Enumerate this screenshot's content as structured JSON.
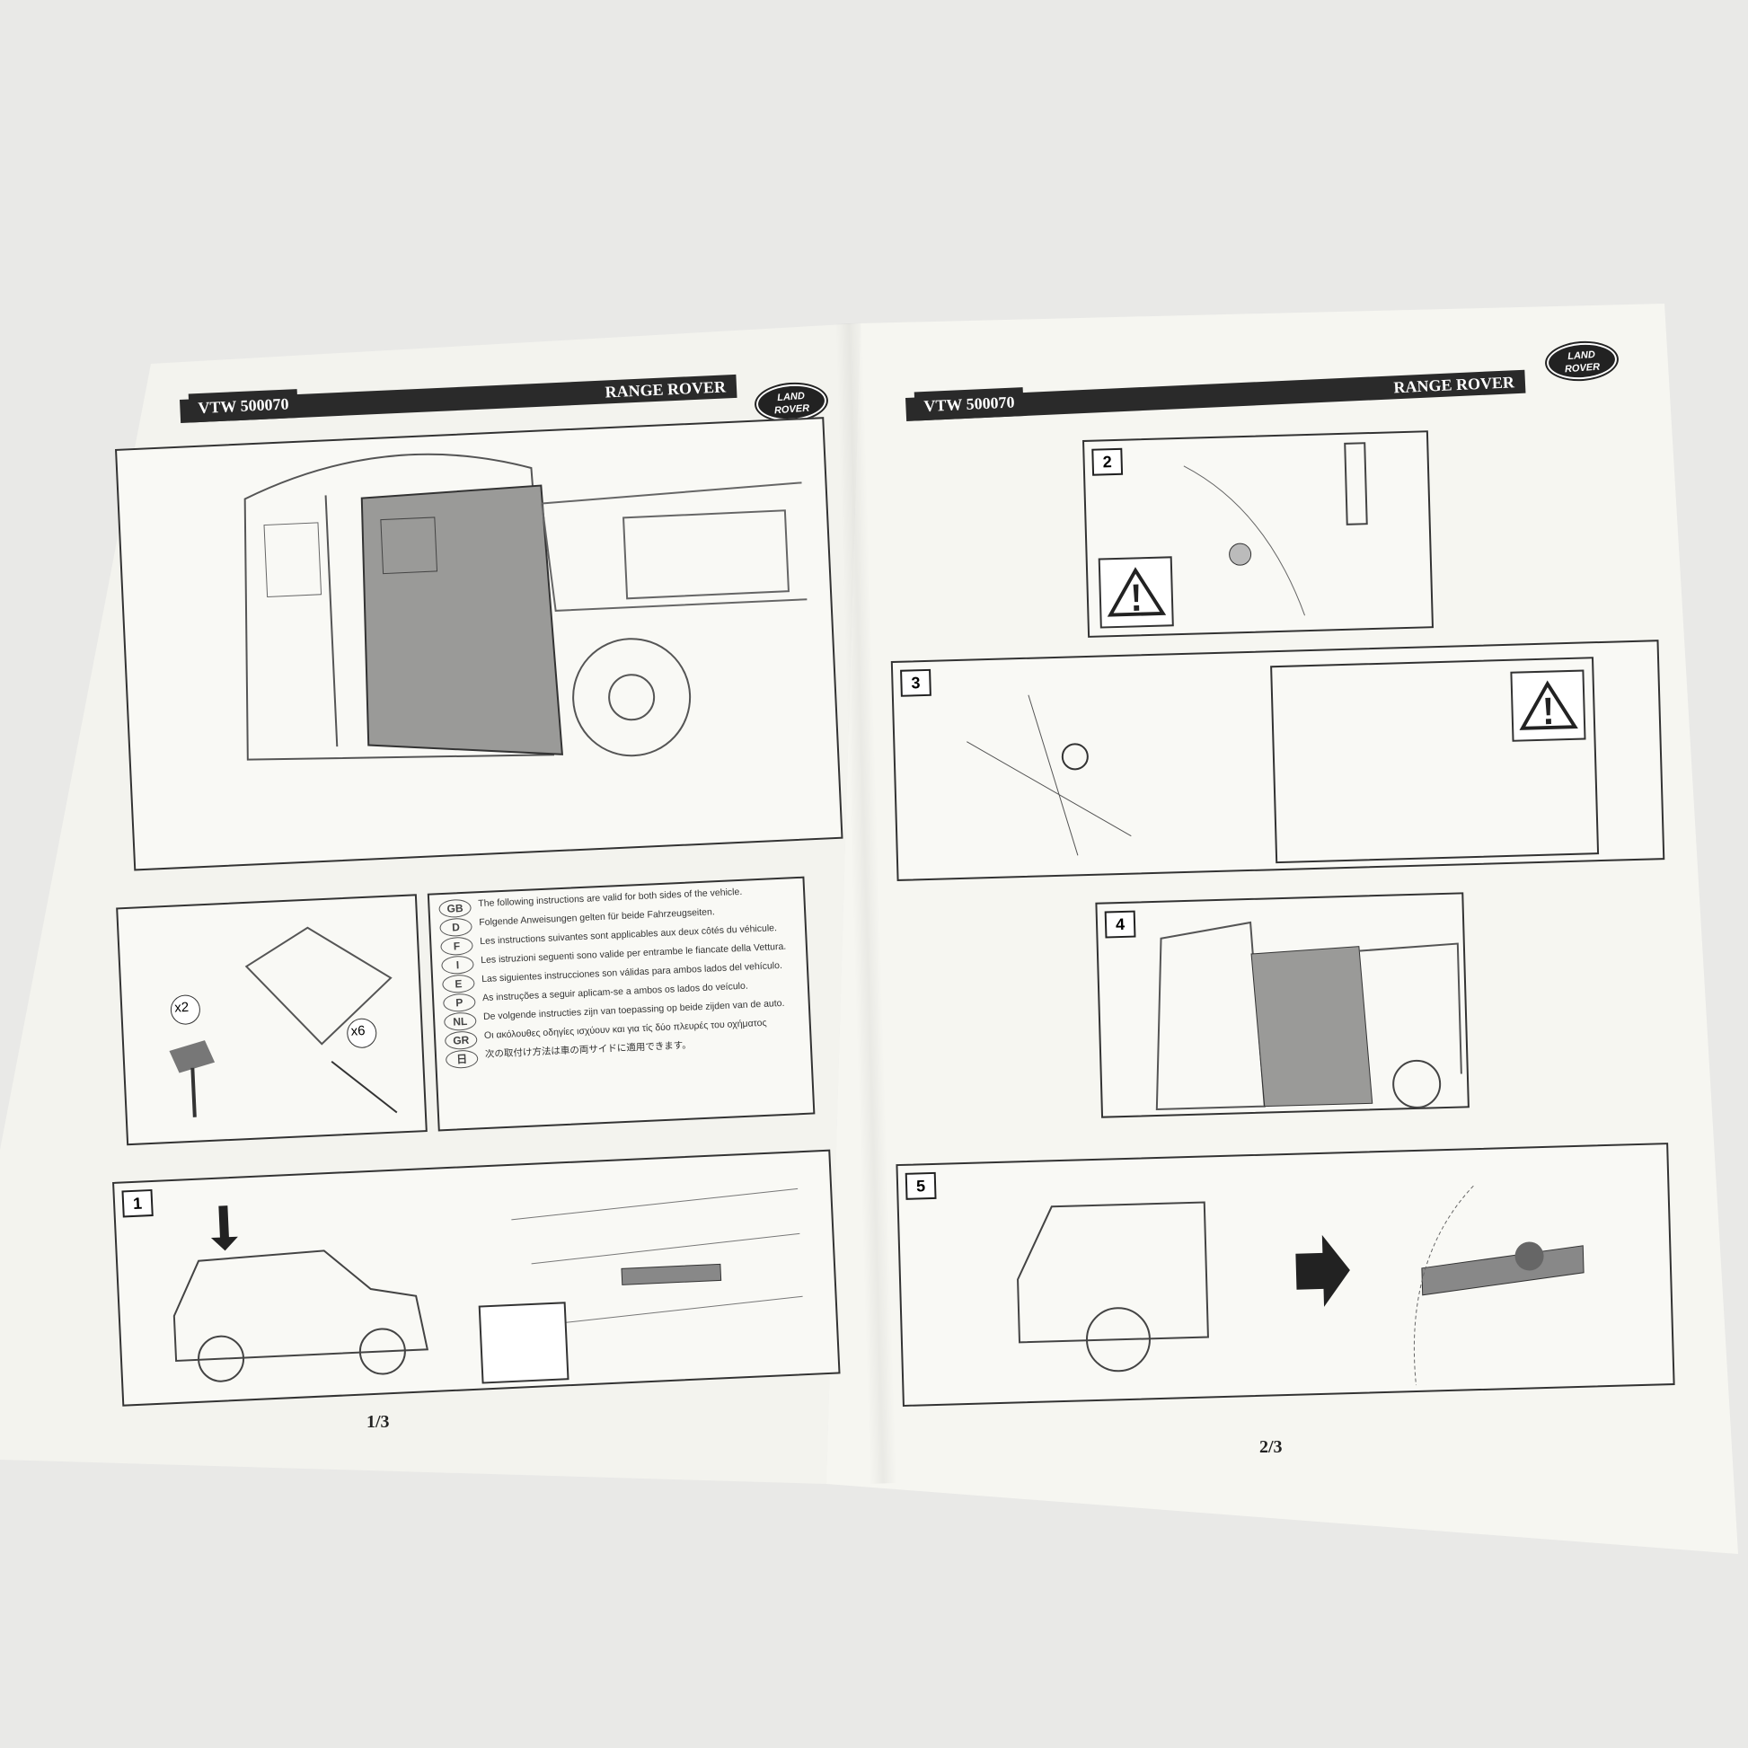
{
  "left_page": {
    "code": "VTW 500070",
    "brand": "RANGE ROVER",
    "logo_text": [
      "LAND",
      "ROVER"
    ],
    "languages": [
      {
        "code": "GB",
        "text": "The following instructions are valid for both sides of the vehicle."
      },
      {
        "code": "D",
        "text": "Folgende Anweisungen gelten für beide Fahrzeugseiten."
      },
      {
        "code": "F",
        "text": "Les instructions suivantes sont applicables aux deux côtés du véhicule."
      },
      {
        "code": "I",
        "text": "Les istruzioni seguenti sono valide per entrambe le fiancate della Vettura."
      },
      {
        "code": "E",
        "text": "Las siguientes instrucciones son válidas para ambos lados del vehículo."
      },
      {
        "code": "P",
        "text": "As instruções a seguir aplicam-se a ambos os lados do veículo."
      },
      {
        "code": "NL",
        "text": "De volgende instructies zijn van toepassing op beide zijden van de auto."
      },
      {
        "code": "GR",
        "text": "Οι ακόλουθες οδηγίες ισχύουν και για τίς δύο πλευρές του οχήματος"
      },
      {
        "code": "日",
        "text": "次の取付け方法は車の両サイドに適用できます。"
      }
    ],
    "parts": {
      "knob_qty": "x2",
      "peg_qty": "x6"
    },
    "step1": "1",
    "page_number": "1/3"
  },
  "right_page": {
    "code": "VTW 500070",
    "brand": "RANGE ROVER",
    "logo_text": [
      "LAND",
      "ROVER"
    ],
    "steps": [
      "2",
      "3",
      "4",
      "5"
    ],
    "page_number": "2/3"
  },
  "colors": {
    "background": "#e9e9e7",
    "paper": "#f3f3ee",
    "header_bar": "#2a2a2a",
    "awning_fill": "#9a9a98"
  }
}
